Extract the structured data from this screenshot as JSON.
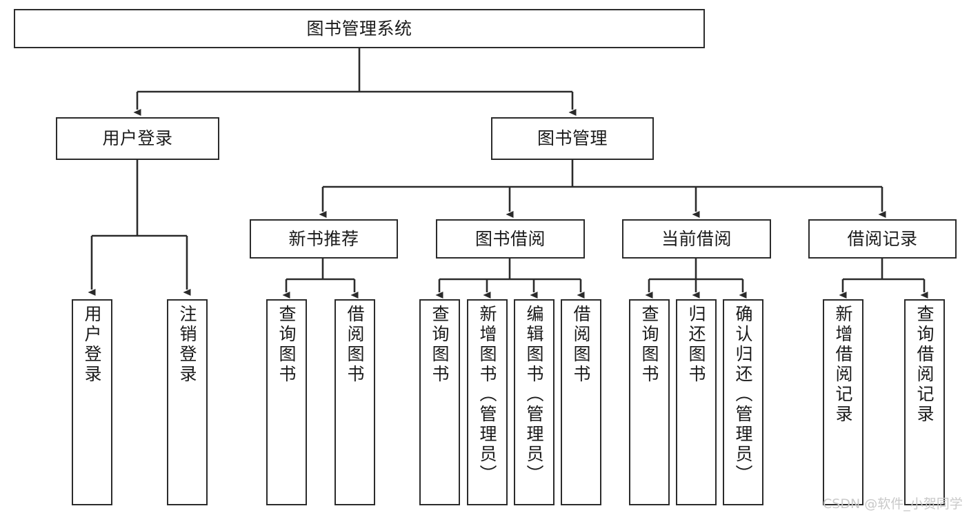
{
  "diagram": {
    "title": "图书管理系统",
    "type": "tree-structure-chart",
    "line_color": "#2b2b2b",
    "box_fill": "#ffffff",
    "text_color": "#1a1a1a",
    "watermark": "CSDN @软件_小贺同学",
    "levels": {
      "root": "图书管理系统",
      "level2": [
        "用户登录",
        "图书管理"
      ],
      "level3": [
        "新书推荐",
        "图书借阅",
        "当前借阅",
        "借阅记录"
      ]
    },
    "nodes": {
      "root": {
        "label": "图书管理系统"
      },
      "user_login": {
        "label": "用户登录"
      },
      "book_manage": {
        "label": "图书管理"
      },
      "new_book_rec": {
        "label": "新书推荐"
      },
      "book_borrow": {
        "label": "图书借阅"
      },
      "current_borrow": {
        "label": "当前借阅"
      },
      "borrow_record": {
        "label": "借阅记录"
      }
    },
    "leaves": {
      "user_login": [
        {
          "label": "用户登录"
        },
        {
          "label": "注销登录"
        }
      ],
      "new_book_rec": [
        {
          "label": "查询图书"
        },
        {
          "label": "借阅图书"
        }
      ],
      "book_borrow": [
        {
          "label": "查询图书"
        },
        {
          "label": "新增图书（管理员）"
        },
        {
          "label": "编辑图书（管理员）"
        },
        {
          "label": "借阅图书"
        }
      ],
      "current_borrow": [
        {
          "label": "查询图书"
        },
        {
          "label": "归还图书"
        },
        {
          "label": "确认归还（管理员）"
        }
      ],
      "borrow_record": [
        {
          "label": "新增借阅记录"
        },
        {
          "label": "查询借阅记录"
        }
      ]
    }
  }
}
